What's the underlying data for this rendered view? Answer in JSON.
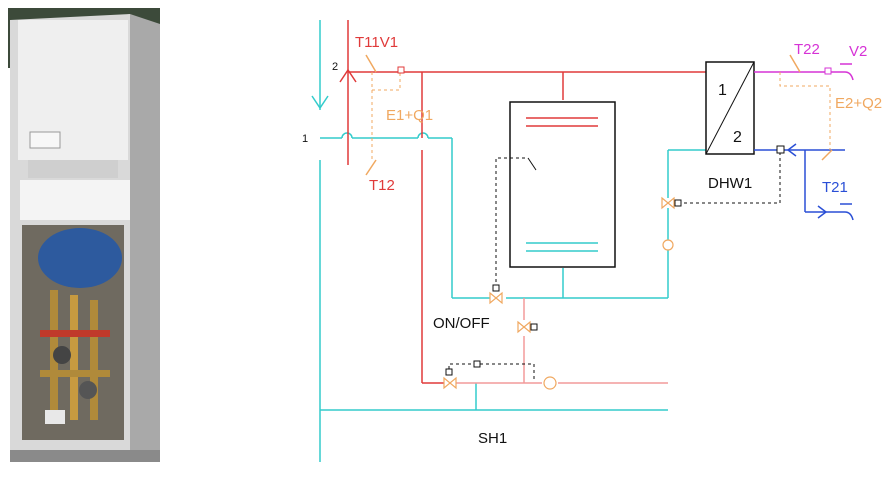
{
  "colors": {
    "cold": "#33cccc",
    "hot": "#e03a3a",
    "hot_light": "#f29a9a",
    "dhw": "#d633d6",
    "mains": "#2a4fd6",
    "energy": "#f0a860",
    "black": "#111111",
    "cabinet": "#dcdcdc",
    "tank_blue": "#2d5a9e"
  },
  "labels": {
    "t11v1": "T11V1",
    "t12": "T12",
    "e1q1": "E1+Q1",
    "t22": "T22",
    "v2": "V2",
    "e2q2": "E2+Q2",
    "t21": "T21",
    "dhw1": "DHW1",
    "hx_1": "1",
    "hx_2": "2",
    "onoff": "ON/OFF",
    "sh1": "SH1",
    "line_1": "1",
    "line_2": "2"
  }
}
